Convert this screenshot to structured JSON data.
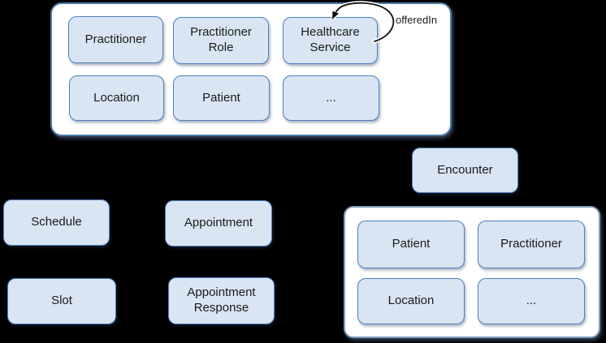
{
  "colors": {
    "background": "#000000",
    "node_fill": "#d9e5f3",
    "node_border": "#4f81bd",
    "container_fill": "#ffffff",
    "container_border": "#4d7ba7",
    "text": "#1b1b1b"
  },
  "administration_group": {
    "nodes": [
      "Practitioner",
      "Practitioner Role",
      "Healthcare Service",
      "Location",
      "Patient",
      "..."
    ]
  },
  "workflow_nodes": {
    "schedule": "Schedule",
    "appointment": "Appointment",
    "slot": "Slot",
    "appointment_response": "Appointment Response",
    "encounter": "Encounter"
  },
  "encounter_group": {
    "nodes": [
      "Patient",
      "Practitioner",
      "Location",
      "..."
    ]
  },
  "annotations": {
    "self_loop_label": "offeredIn"
  }
}
